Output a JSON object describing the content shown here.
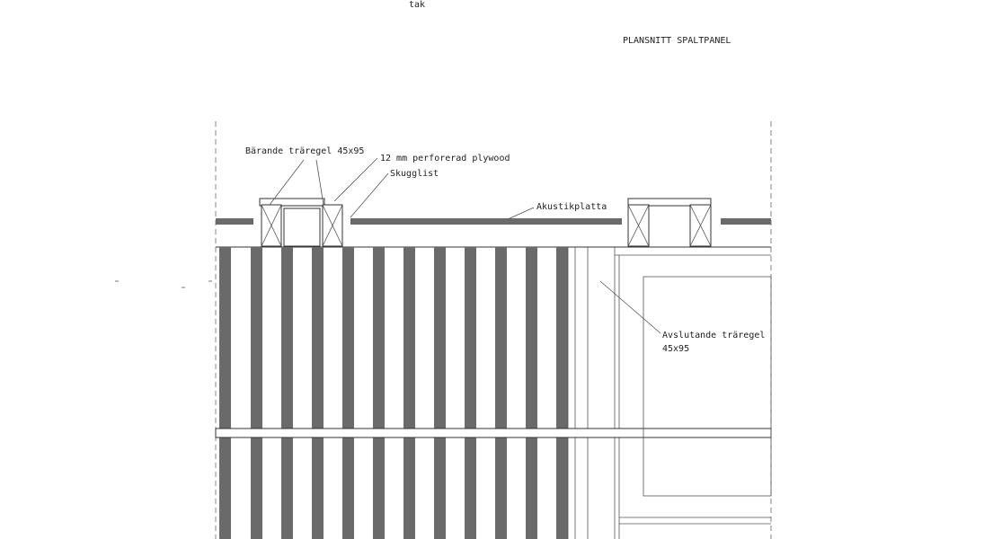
{
  "labels": {
    "top_fragment": "tak",
    "title": "PLANSNITT SPALTPANEL",
    "load_bearing_stud": "Bärande träregel 45x95",
    "perforated_plywood": "12 mm perforerad plywood",
    "shadow_strip": "Skugglist",
    "acoustic_panel": "Akustikplatta",
    "end_stud_line1": "Avslutande träregel",
    "end_stud_line2": "45x95"
  },
  "colors": {
    "ink": "#333333",
    "fill": "#6a6a6a",
    "background": "#ffffff"
  }
}
